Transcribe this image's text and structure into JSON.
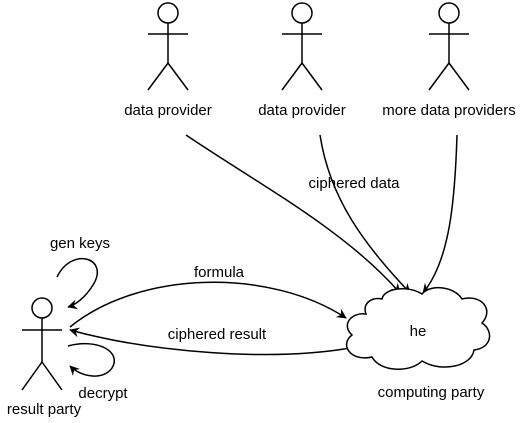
{
  "actors": {
    "provider_1": "data provider",
    "provider_2": "data provider",
    "provider_more": "more data providers",
    "result_party": "result party"
  },
  "cloud": {
    "label": "he",
    "caption": "computing party"
  },
  "edges": {
    "ciphered_data": "ciphered data",
    "formula": "formula",
    "ciphered_result": "ciphered result",
    "gen_keys": "gen keys",
    "decrypt": "decrypt"
  }
}
